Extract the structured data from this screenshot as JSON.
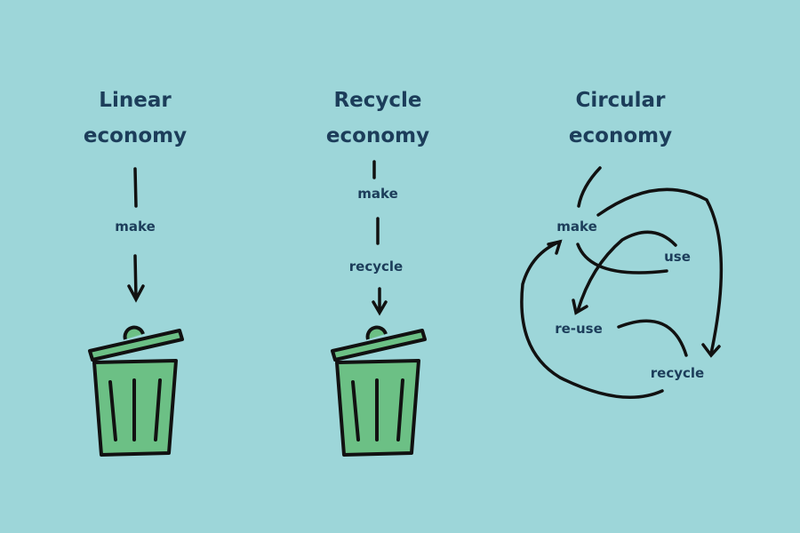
{
  "colors": {
    "background": "#9dd6d9",
    "text": "#1c3d5a",
    "bin": "#6cc085",
    "stroke": "#111111"
  },
  "columns": [
    {
      "title_line1": "Linear",
      "title_line2": "economy",
      "labels": [
        "make"
      ],
      "icon": "trash-bin-icon"
    },
    {
      "title_line1": "Recycle",
      "title_line2": "economy",
      "labels": [
        "make",
        "recycle"
      ],
      "icon": "trash-bin-icon"
    },
    {
      "title_line1": "Circular",
      "title_line2": "economy",
      "labels": [
        "make",
        "use",
        "re-use",
        "recycle"
      ]
    }
  ]
}
